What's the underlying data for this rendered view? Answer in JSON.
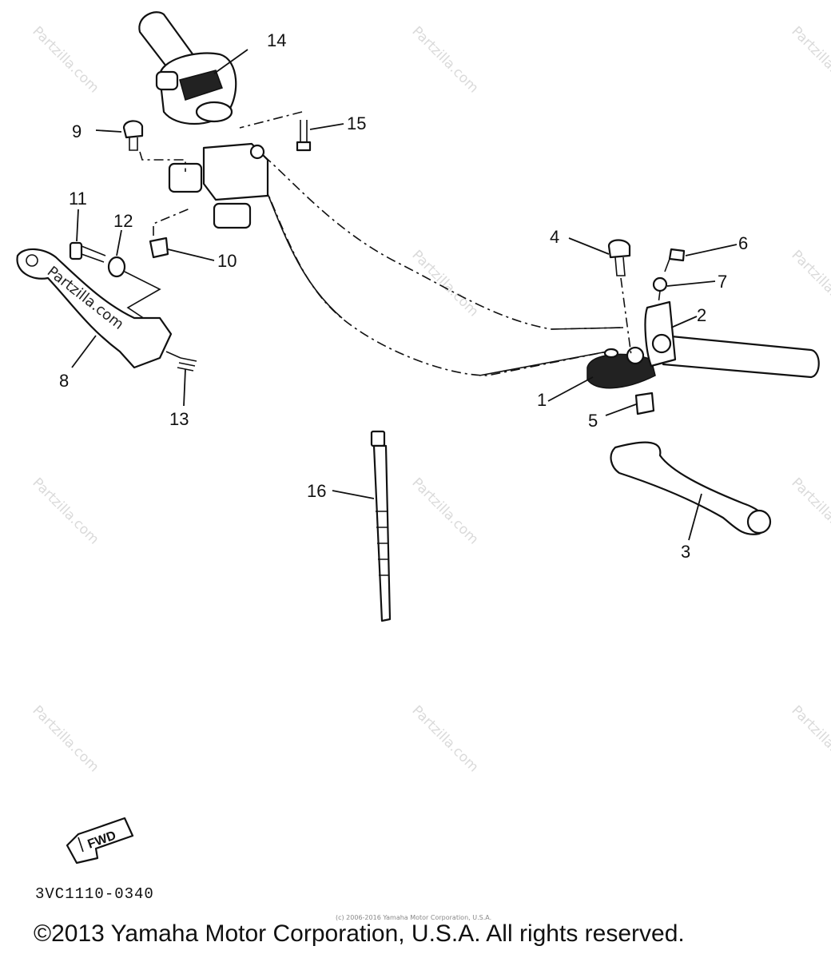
{
  "diagram": {
    "callouts": [
      {
        "id": "1",
        "label": "1"
      },
      {
        "id": "2",
        "label": "2"
      },
      {
        "id": "3",
        "label": "3"
      },
      {
        "id": "4",
        "label": "4"
      },
      {
        "id": "5",
        "label": "5"
      },
      {
        "id": "6",
        "label": "6"
      },
      {
        "id": "7",
        "label": "7"
      },
      {
        "id": "8",
        "label": "8"
      },
      {
        "id": "9",
        "label": "9"
      },
      {
        "id": "10",
        "label": "10"
      },
      {
        "id": "11",
        "label": "11"
      },
      {
        "id": "12",
        "label": "12"
      },
      {
        "id": "13",
        "label": "13"
      },
      {
        "id": "14",
        "label": "14"
      },
      {
        "id": "15",
        "label": "15"
      },
      {
        "id": "16",
        "label": "16"
      }
    ],
    "fwd_label": "FWD",
    "lever_watermark": "Partzilla.com",
    "watermark": "Partzilla.com"
  },
  "footer": {
    "diagram_code": "3VC1110-0340",
    "small_notice": "(c) 2006-2016 Yamaha Motor Corporation, U.S.A.",
    "copyright": "©2013 Yamaha Motor Corporation, U.S.A. All rights reserved."
  }
}
